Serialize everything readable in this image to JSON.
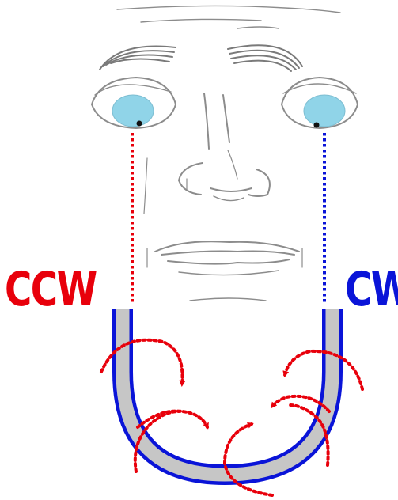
{
  "labels": {
    "ccw": "CCW",
    "cw": "CW"
  },
  "colors": {
    "ccw": "#e8000b",
    "cw": "#0a14d8",
    "iris": "#90d4e8",
    "face_line": "#8c8c8c",
    "brow": "#7f7f7f",
    "appliance_fill": "#c6c6c6",
    "appliance_outline": "#0a14d8",
    "rotation_arrows": "#e8000b"
  },
  "icons": {
    "face": "face-sketch",
    "appliance": "u-shaped-dental-arch",
    "arrows": "curved-dotted-rotation-arrows"
  }
}
